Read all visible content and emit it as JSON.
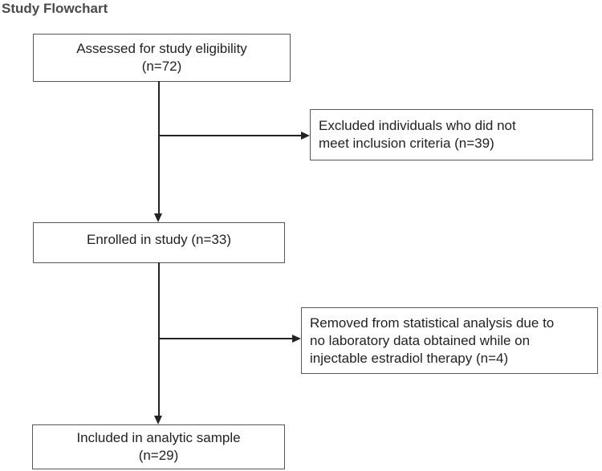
{
  "title": "Study Flowchart",
  "flowchart": {
    "boxes": {
      "assessed": {
        "lines": [
          "Assessed for study eligibility",
          "(n=72)"
        ],
        "n": 72
      },
      "excluded": {
        "lines": [
          "Excluded individuals who did not",
          "meet inclusion criteria (n=39)"
        ],
        "n": 39
      },
      "enrolled": {
        "lines": [
          "Enrolled in study (n=33)"
        ],
        "n": 33
      },
      "removed": {
        "lines": [
          "Removed from statistical analysis due to",
          "no laboratory data obtained while on",
          "injectable estradiol therapy (n=4)"
        ],
        "n": 4
      },
      "included": {
        "lines": [
          "Included in analytic sample",
          "(n=29)"
        ],
        "n": 29
      }
    },
    "colors": {
      "title_text": "#4a4a4c",
      "box_border": "#56575b",
      "box_text": "#231f20",
      "arrow_line": "#232323",
      "background": "#ffffff"
    }
  }
}
